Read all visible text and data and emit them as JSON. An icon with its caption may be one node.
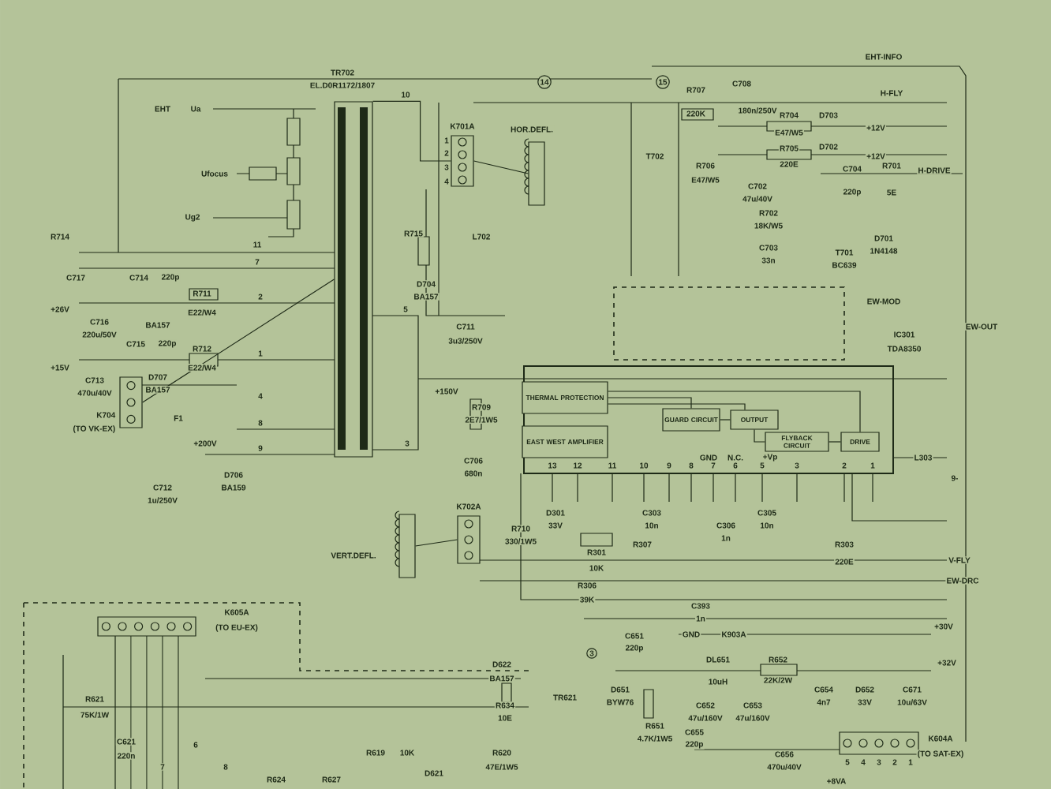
{
  "diagram": {
    "nodes": [
      {
        "text": [
          "IC301",
          "TDA8350"
        ],
        "beside": [
          "13",
          "12",
          "11",
          "10",
          "9",
          "8",
          "7",
          "6",
          "5",
          "3",
          "2",
          "1",
          "GND",
          "N.C.",
          "+Vp"
        ]
      },
      {
        "text": [
          "THERMAL PROTECTION"
        ],
        "in": 0
      },
      {
        "text": [
          "EAST WEST AMPLIFIER"
        ],
        "in": 0
      },
      {
        "text": [
          "GUARD CIRCUIT"
        ],
        "in": 0
      },
      {
        "text": [
          "OUTPUT"
        ],
        "in": 0
      },
      {
        "text": [
          "FLYBACK CIRCUIT"
        ],
        "in": 0
      },
      {
        "text": [
          "DRIVE"
        ],
        "in": 0
      },
      {
        "text": [
          "K701A"
        ],
        "beside": [
          "1",
          "2",
          "3",
          "4"
        ]
      },
      {
        "text": [
          "HOR.DEFL."
        ]
      },
      {
        "text": [
          "TR702",
          "EL.D0R1172/1807"
        ]
      },
      {
        "text": [
          "K704",
          "(TO VK-EX)"
        ]
      },
      {
        "text": [
          "K702A"
        ]
      },
      {
        "text": [
          "VERT.DEFL."
        ]
      },
      {
        "text": [
          "K605A",
          "(TO EU-EX)"
        ]
      },
      {
        "text": [
          "K604A",
          "(TO SAT-EX)"
        ],
        "beside": [
          "5",
          "4",
          "3",
          "2",
          "1"
        ]
      },
      {
        "text": [
          "EW-MOD"
        ]
      }
    ],
    "edges": [
      {
        "from": 1,
        "to": 3,
        "arrow": "none"
      },
      {
        "from": 1,
        "to": 4,
        "arrow": "none"
      },
      {
        "from": 1,
        "to": 6,
        "arrow": "none"
      },
      {
        "from": 3,
        "to": 4,
        "arrow": "none"
      },
      {
        "from": 4,
        "to": 5,
        "arrow": "none"
      },
      {
        "from": 5,
        "to": 6,
        "arrow": "none"
      },
      {
        "from": 9,
        "to": 7,
        "arrow": "none"
      },
      {
        "from": 7,
        "to": 8,
        "arrow": "none"
      },
      {
        "from": 10,
        "to": 9,
        "arrow": "none"
      },
      {
        "from": 11,
        "to": 12,
        "arrow": "none"
      }
    ],
    "labels": [
      "EHT",
      "Ua",
      "Ufocus",
      "Ug2",
      "10",
      "14",
      "15",
      "R707",
      "220K",
      "C708",
      "180n/250V",
      "EHT-INFO",
      "H-FLY",
      "R704",
      "E47/W5",
      "D703",
      "+12V",
      "T702",
      "R705",
      "220E",
      "D702",
      "+12V",
      "R706",
      "E47/W5",
      "C702",
      "47u/40V",
      "C704",
      "220p",
      "R701",
      "5E",
      "H-DRIVE",
      "R702",
      "18K/W5",
      "C703",
      "33n",
      "T701",
      "BC639",
      "D701",
      "1N4148",
      "R714",
      "C717",
      "11",
      "7",
      "R715",
      "L702",
      "D704",
      "BA157",
      "C711",
      "3u3/250V",
      "C714",
      "220p",
      "+26V",
      "C716",
      "220u/50V",
      "R711",
      "E22/W4",
      "BA157",
      "2",
      "C715",
      "220p",
      "+15V",
      "C713",
      "470u/40V",
      "R712",
      "E22/W4",
      "D707",
      "BA157",
      "1",
      "5",
      "4",
      "8",
      "9",
      "F1",
      "+200V",
      "C712",
      "1u/250V",
      "D706",
      "BA159",
      "+150V",
      "R709",
      "2E7/1W5",
      "3",
      "C706",
      "680n",
      "EW-OUT",
      "L303",
      "9-",
      "R710",
      "330/1W5",
      "D301",
      "33V",
      "C303",
      "10n",
      "R307",
      "C306",
      "1n",
      "C305",
      "10n",
      "R301",
      "10K",
      "R303",
      "220E",
      "R306",
      "39K",
      "V-FLY",
      "EW-DRC",
      "C393",
      "1n",
      "GND",
      "K903A",
      "+30V",
      "C651",
      "220p",
      "3",
      "+32V",
      "DL651",
      "10uH",
      "R652",
      "22K/2W",
      "TR621",
      "D651",
      "BYW76",
      "R651",
      "4.7K/1W5",
      "C654",
      "4n7",
      "D652",
      "33V",
      "C671",
      "10u/63V",
      "C652",
      "47u/160V",
      "C653",
      "47u/160V",
      "C655",
      "220p",
      "C656",
      "470u/40V",
      "+8VA",
      "R621",
      "75K/1W",
      "D622",
      "BA157",
      "R634",
      "10E",
      "C621",
      "220n",
      "6",
      "7",
      "8",
      "R619",
      "10K",
      "R620",
      "47E/1W5",
      "D621",
      "R624",
      "R627"
    ]
  }
}
